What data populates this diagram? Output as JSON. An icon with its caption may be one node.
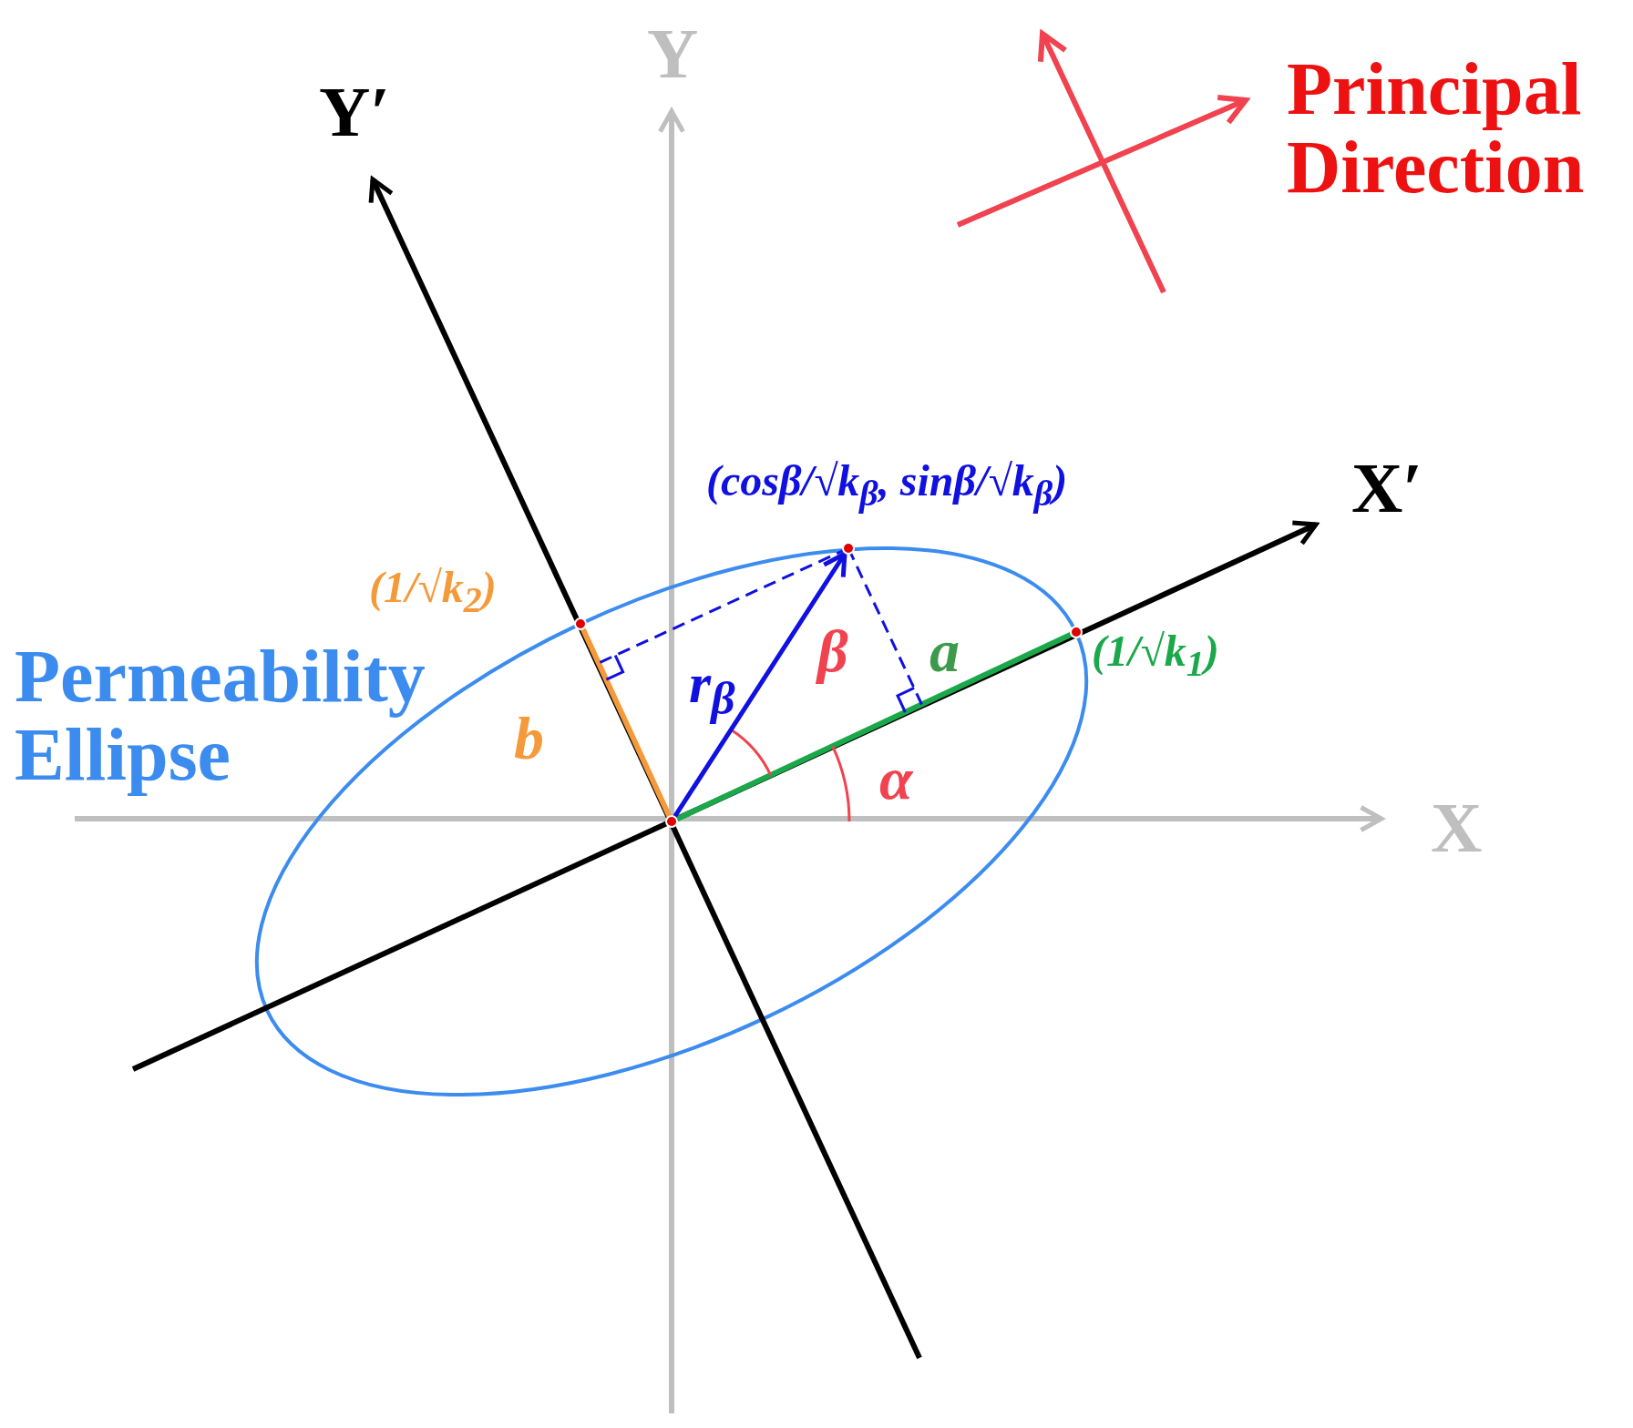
{
  "diagram": {
    "labels": [
      "Y",
      "Y′",
      "Principal Direction",
      "(cosβ/√k$_{β}$, sinβ/√k$_{β}$)",
      "X′",
      "(1/√k$_{2}$)",
      "Permeability Ellipse",
      "r$_{β}$",
      "β",
      "a",
      "(1/√k$_{1}$)",
      "b",
      "α",
      "X"
    ]
  }
}
